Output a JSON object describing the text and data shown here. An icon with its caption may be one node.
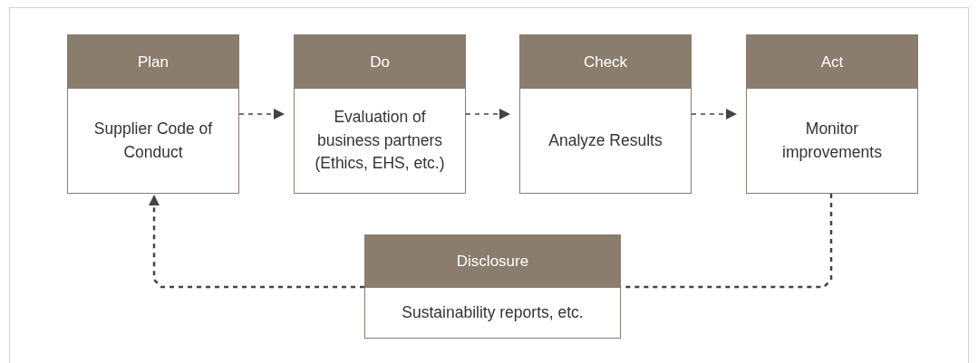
{
  "diagram": {
    "nodes": [
      {
        "text": [
          "Plan",
          "Supplier Code of Conduct"
        ]
      },
      {
        "text": [
          "Do",
          "Evaluation of business partners (Ethics, EHS, etc.)"
        ]
      },
      {
        "text": [
          "Check",
          "Analyze Results"
        ]
      },
      {
        "text": [
          "Act",
          "Monitor improvements"
        ]
      },
      {
        "text": [
          "Disclosure",
          "Sustainability reports, etc."
        ]
      }
    ],
    "edges": [
      {
        "from": 0,
        "to": 1,
        "arrow": "to",
        "style": "dashed"
      },
      {
        "from": 1,
        "to": 2,
        "arrow": "to",
        "style": "dashed"
      },
      {
        "from": 2,
        "to": 3,
        "arrow": "to",
        "style": "dashed"
      },
      {
        "from": 3,
        "to": 4,
        "arrow": "none",
        "style": "dashed"
      },
      {
        "from": 4,
        "to": 0,
        "arrow": "to",
        "style": "dashed"
      }
    ]
  }
}
